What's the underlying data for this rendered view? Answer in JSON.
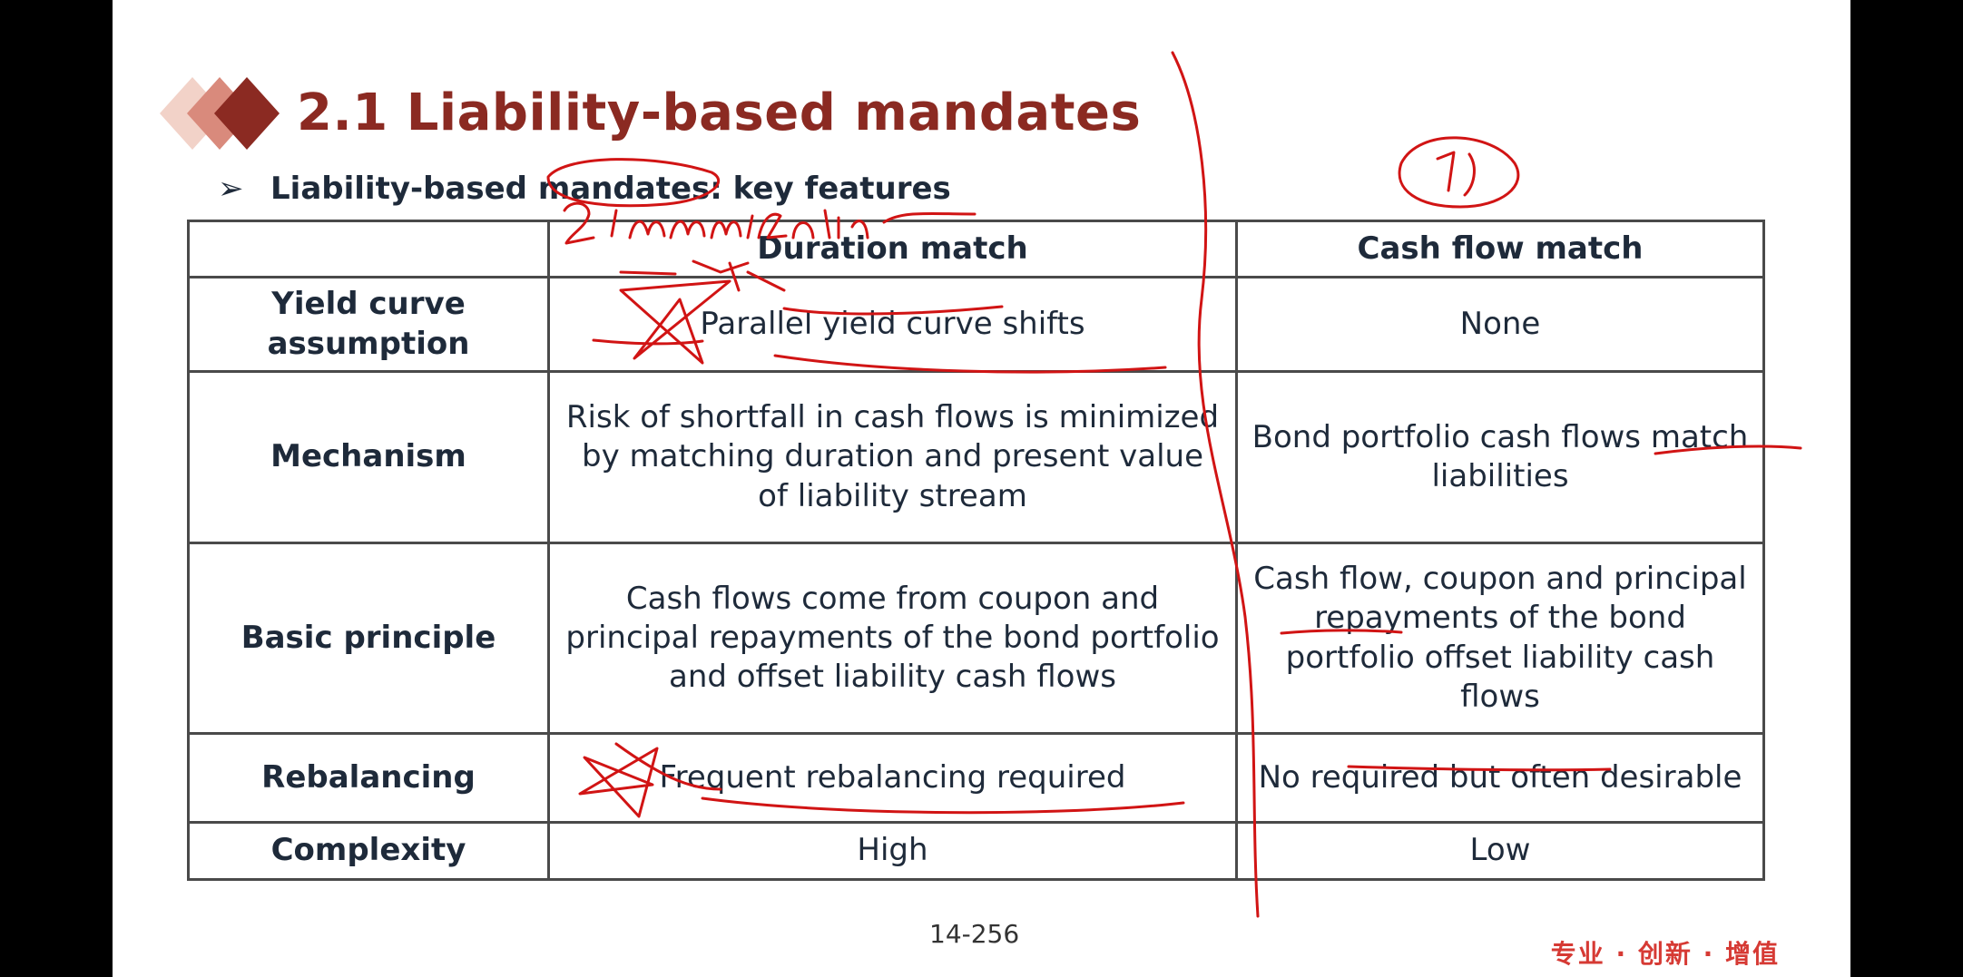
{
  "slide": {
    "title": "2.1 Liability-based mandates",
    "subtitle": "Liability-based mandates: key features",
    "bullet": "➢",
    "page_number": "14-256",
    "brand_slogan": "专业 · 创新 · 增值"
  },
  "table": {
    "headers": [
      "",
      "Duration match",
      "Cash flow match"
    ],
    "rows": [
      {
        "label": "Yield curve assumption",
        "duration": "Parallel yield curve shifts",
        "cashflow": "None"
      },
      {
        "label": "Mechanism",
        "duration": "Risk of shortfall in cash flows is minimized by matching duration and present value of liability stream",
        "cashflow": "Bond portfolio cash flows match liabilities"
      },
      {
        "label": "Basic principle",
        "duration": "Cash flows come from coupon and principal repayments of the bond portfolio and offset liability cash flows",
        "cashflow": "Cash flow, coupon and principal repayments of the bond portfolio offset liability cash flows"
      },
      {
        "label": "Rebalancing",
        "duration": "Frequent rebalancing required",
        "cashflow": "No required but often desirable"
      },
      {
        "label": "Complexity",
        "duration": "High",
        "cashflow": "Low"
      }
    ]
  },
  "colors": {
    "title": "#8b2a22",
    "ink": "#d11414",
    "slogan": "#d63a34"
  }
}
